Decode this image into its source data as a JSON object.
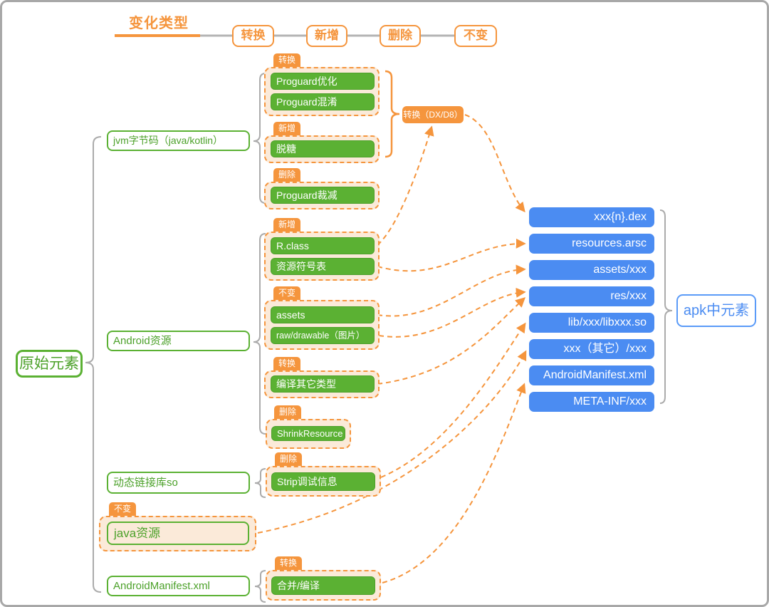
{
  "legend": {
    "title": "变化类型",
    "items": [
      {
        "label": "转换"
      },
      {
        "label": "新增"
      },
      {
        "label": "删除"
      },
      {
        "label": "不变"
      }
    ]
  },
  "root": {
    "label": "原始元素"
  },
  "sources": [
    {
      "label": "jvm字节码（java/kotlin）"
    },
    {
      "label": "Android资源"
    },
    {
      "label": "动态链接库so"
    },
    {
      "label": "java资源",
      "change_tag": "不变"
    },
    {
      "label": "AndroidManifest.xml"
    }
  ],
  "process_groups": [
    {
      "tag": "转换",
      "items": [
        {
          "label": "Proguard优化"
        },
        {
          "label": "Proguard混淆"
        }
      ]
    },
    {
      "tag": "新增",
      "items": [
        {
          "label": "脱糖"
        }
      ]
    },
    {
      "tag": "删除",
      "items": [
        {
          "label": "Proguard裁减"
        }
      ]
    },
    {
      "tag": "新增",
      "items": [
        {
          "label": "R.class"
        },
        {
          "label": "资源符号表"
        }
      ]
    },
    {
      "tag": "不变",
      "items": [
        {
          "label": "assets"
        },
        {
          "label": "raw/drawable（图片）"
        }
      ]
    },
    {
      "tag": "转换",
      "items": [
        {
          "label": "编译其它类型"
        }
      ]
    },
    {
      "tag": "删除",
      "items": [
        {
          "label": "ShrinkResource"
        }
      ]
    },
    {
      "tag": "删除",
      "items": [
        {
          "label": "Strip调试信息"
        }
      ]
    },
    {
      "tag": "转换",
      "items": [
        {
          "label": "合并/编译"
        }
      ]
    }
  ],
  "converter": {
    "label": "转换（DX/D8）"
  },
  "apk": {
    "label": "apk中元素",
    "items": [
      {
        "label": "xxx{n}.dex"
      },
      {
        "label": "resources.arsc"
      },
      {
        "label": "assets/xxx"
      },
      {
        "label": "res/xxx"
      },
      {
        "label": "lib/xxx/libxxx.so"
      },
      {
        "label": "xxx（其它）/xxx"
      },
      {
        "label": "AndroidManifest.xml"
      },
      {
        "label": "META-INF/xxx"
      }
    ]
  },
  "colors": {
    "orange": "#F5953D",
    "green": "#5BB133",
    "blue": "#4B8CF2",
    "peach_fill": "#FBEAD9",
    "gray_line": "#ABABAB"
  }
}
